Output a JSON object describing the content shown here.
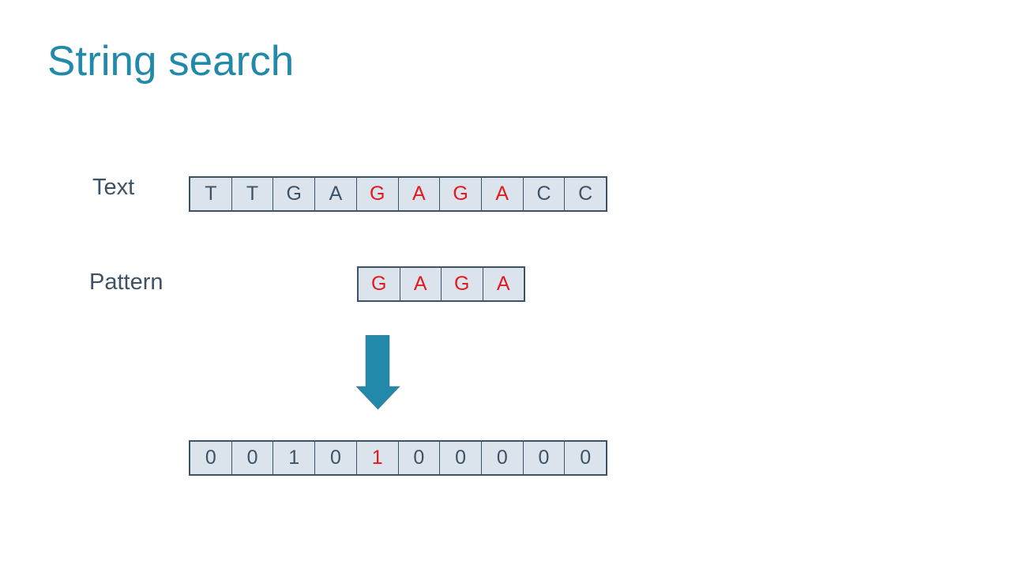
{
  "slide": {
    "title": "String search",
    "colors": {
      "title_teal": "#2289ab",
      "cell_background": "#dbe3ec",
      "cell_border": "#3e5265",
      "letter_dark": "#3e5265",
      "letter_highlight_red": "#e2191d",
      "arrow_teal": "#2289ab"
    }
  },
  "text_row": {
    "label": "Text",
    "cells": [
      {
        "char": "T",
        "red": false
      },
      {
        "char": "T",
        "red": false
      },
      {
        "char": "G",
        "red": false
      },
      {
        "char": "A",
        "red": false
      },
      {
        "char": "G",
        "red": true
      },
      {
        "char": "A",
        "red": true
      },
      {
        "char": "G",
        "red": true
      },
      {
        "char": "A",
        "red": true
      },
      {
        "char": "C",
        "red": false
      },
      {
        "char": "C",
        "red": false
      }
    ]
  },
  "pattern_row": {
    "label": "Pattern",
    "cells": [
      {
        "char": "G",
        "red": true
      },
      {
        "char": "A",
        "red": true
      },
      {
        "char": "G",
        "red": true
      },
      {
        "char": "A",
        "red": true
      }
    ]
  },
  "arrow": {
    "icon": "down-arrow"
  },
  "result_row": {
    "cells": [
      {
        "char": "0",
        "red": false
      },
      {
        "char": "0",
        "red": false
      },
      {
        "char": "1",
        "red": false
      },
      {
        "char": "0",
        "red": false
      },
      {
        "char": "1",
        "red": true
      },
      {
        "char": "0",
        "red": false
      },
      {
        "char": "0",
        "red": false
      },
      {
        "char": "0",
        "red": false
      },
      {
        "char": "0",
        "red": false
      },
      {
        "char": "0",
        "red": false
      }
    ]
  }
}
